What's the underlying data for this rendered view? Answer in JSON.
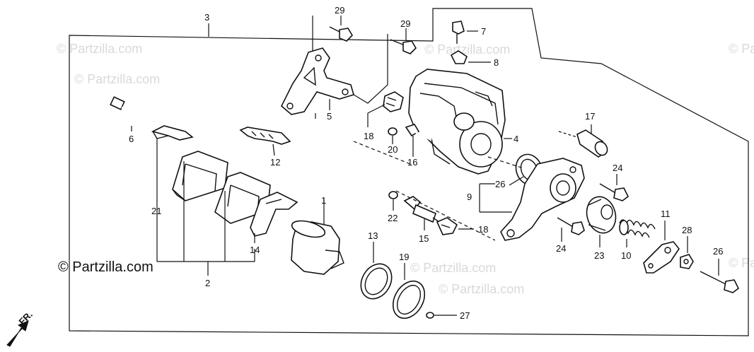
{
  "watermark": {
    "faint": "© Partzilla.com",
    "main": "© Partzilla.com"
  },
  "direction_marker": "FR.",
  "callouts": {
    "c1": "1",
    "c2": "2",
    "c3": "3",
    "c4": "4",
    "c5": "5",
    "c6": "6",
    "c7": "7",
    "c8": "8",
    "c9": "9",
    "c10": "10",
    "c11": "11",
    "c12": "12",
    "c13": "13",
    "c14": "14",
    "c15": "15",
    "c16": "16",
    "c17": "17",
    "c18a": "18",
    "c18b": "18",
    "c19": "19",
    "c20": "20",
    "c21": "21",
    "c22": "22",
    "c23": "23",
    "c24a": "24",
    "c24b": "24",
    "c26a": "26",
    "c26b": "26",
    "c27": "27",
    "c28": "28",
    "c29a": "29",
    "c29b": "29"
  }
}
